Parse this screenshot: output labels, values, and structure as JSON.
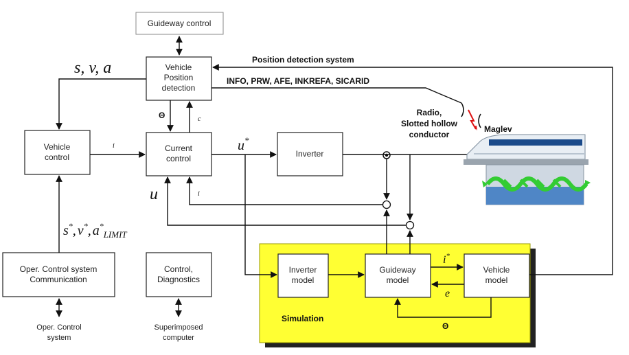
{
  "blocks": {
    "guideway_control": "Guideway control",
    "vehicle_position": [
      "Vehicle",
      "Position",
      "detection"
    ],
    "vehicle_control": [
      "Vehicle",
      "control"
    ],
    "current_control": [
      "Current",
      "control"
    ],
    "inverter": "Inverter",
    "oper_control": [
      "Oper. Control system",
      "Communication"
    ],
    "control_diag": [
      "Control,",
      "Diagnostics"
    ],
    "inverter_model": [
      "Inverter",
      "model"
    ],
    "guideway_model": [
      "Guideway",
      "model"
    ],
    "vehicle_model": [
      "Vehicle",
      "model"
    ]
  },
  "labels": {
    "oper_system": [
      "Oper. Control",
      "system"
    ],
    "superimposed": [
      "Superimposed",
      "computer"
    ],
    "position_detection_system": "Position detection system",
    "systems_list": "INFO, PRW, AFE, INKREFA, SICARID",
    "radio": [
      "Radio,",
      "Slotted hollow",
      "conductor"
    ],
    "maglev": "Maglev",
    "simulation": "Simulation"
  },
  "signals": {
    "s": "s",
    "v": "v",
    "a": "a",
    "s_v_a_sep": ",",
    "u": "u",
    "u_star": "u",
    "star": "*",
    "i_star": "i",
    "theta": "Θ",
    "e": "e",
    "i_small": "i",
    "limit": "LIMIT",
    "theta_small": "c"
  },
  "colors": {
    "simulation_fill": "#ffff33",
    "simulation_shadow": "#222222",
    "arrow": "#111111",
    "radio_red": "#dd1111",
    "train_body": "#e8eef4",
    "train_window": "#1a4a8a",
    "wave_green": "#33cc33",
    "guide_blue": "#4f86c6"
  }
}
